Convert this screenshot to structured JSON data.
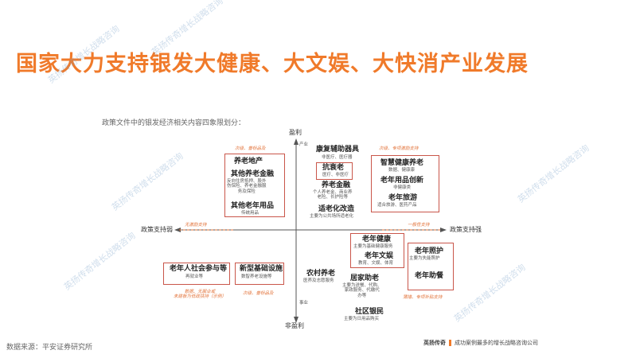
{
  "title": "国家大力支持银发大健康、大文娱、大快消产业发展",
  "subtitle": "政策文件中的银发经济相关内容四象限划分：",
  "axes": {
    "top": "盈利",
    "top_small": "产业",
    "bottom": "非盈利",
    "bottom_small": "事业",
    "left": "政策支持弱",
    "left_note": "无激励支持",
    "right": "政策支持强",
    "right_note": "一般性支持"
  },
  "quadrants": {
    "top_left": {
      "note": "次级、普标品及",
      "items": [
        {
          "name": "养老地产",
          "desc": ""
        },
        {
          "name": "其他养老金融",
          "desc": "反向住房抵押、股外\n伤保险、养老金融服\n务及保险"
        },
        {
          "name": "其他老年用品",
          "desc": "传统用品"
        }
      ]
    },
    "top_middle": {
      "items": [
        {
          "name": "康复辅助器具",
          "desc": "非医疗、医疗器"
        },
        {
          "name": "抗衰老",
          "desc": "医疗、非医疗"
        },
        {
          "name": "养老金融",
          "desc": "个人养老金、商业养\n老险、长护险等"
        },
        {
          "name": "适老化改造",
          "desc": "主要为公共场所适老化"
        }
      ]
    },
    "top_right": {
      "note": "次级、专项激励支持",
      "items": [
        {
          "name": "智慧健康养老",
          "desc": "数据、健康康"
        },
        {
          "name": "老年用品创新",
          "desc": "非健康类"
        },
        {
          "name": "老年旅游",
          "desc": "适合旅游、医药产品"
        }
      ]
    },
    "bottom_left": {
      "note": "次级、普标品及",
      "items": [
        {
          "name": "老年人社会参与等",
          "desc": "再就业等"
        },
        {
          "name": "新型基础设施",
          "desc": "数智养老设施等"
        }
      ],
      "note2": "数据、无服业或\n未建板为低政扶持（示例）"
    },
    "bottom_middle": {
      "items": [
        {
          "name": "农村养老",
          "desc": "医养及志愿服务"
        },
        {
          "name": "居家助老",
          "desc": "主要为送餐、代购、\n家政服务、代缴代\n办等"
        },
        {
          "name": "社区银民",
          "desc": "主要为日用品购买"
        }
      ]
    },
    "bottom_right": {
      "note": "薄措、专项补贴支持",
      "items": [
        {
          "name": "老年健康",
          "desc": "主要为基础健康服务"
        },
        {
          "name": "老年文娱",
          "desc": "教育、文娱、体育"
        },
        {
          "name": "老年照护",
          "desc": "主要为失能照护"
        },
        {
          "name": "老年助餐",
          "desc": ""
        }
      ]
    }
  },
  "source": "数据来源：平安证券研究所",
  "brand": {
    "name": "英扬传奇",
    "tagline": "成功案例最多的增长战略咨询公司"
  },
  "watermark": "英扬传奇增长战略咨询",
  "colors": {
    "accent": "#f07a2a",
    "box_border": "#c9564a",
    "axis": "#555555"
  }
}
